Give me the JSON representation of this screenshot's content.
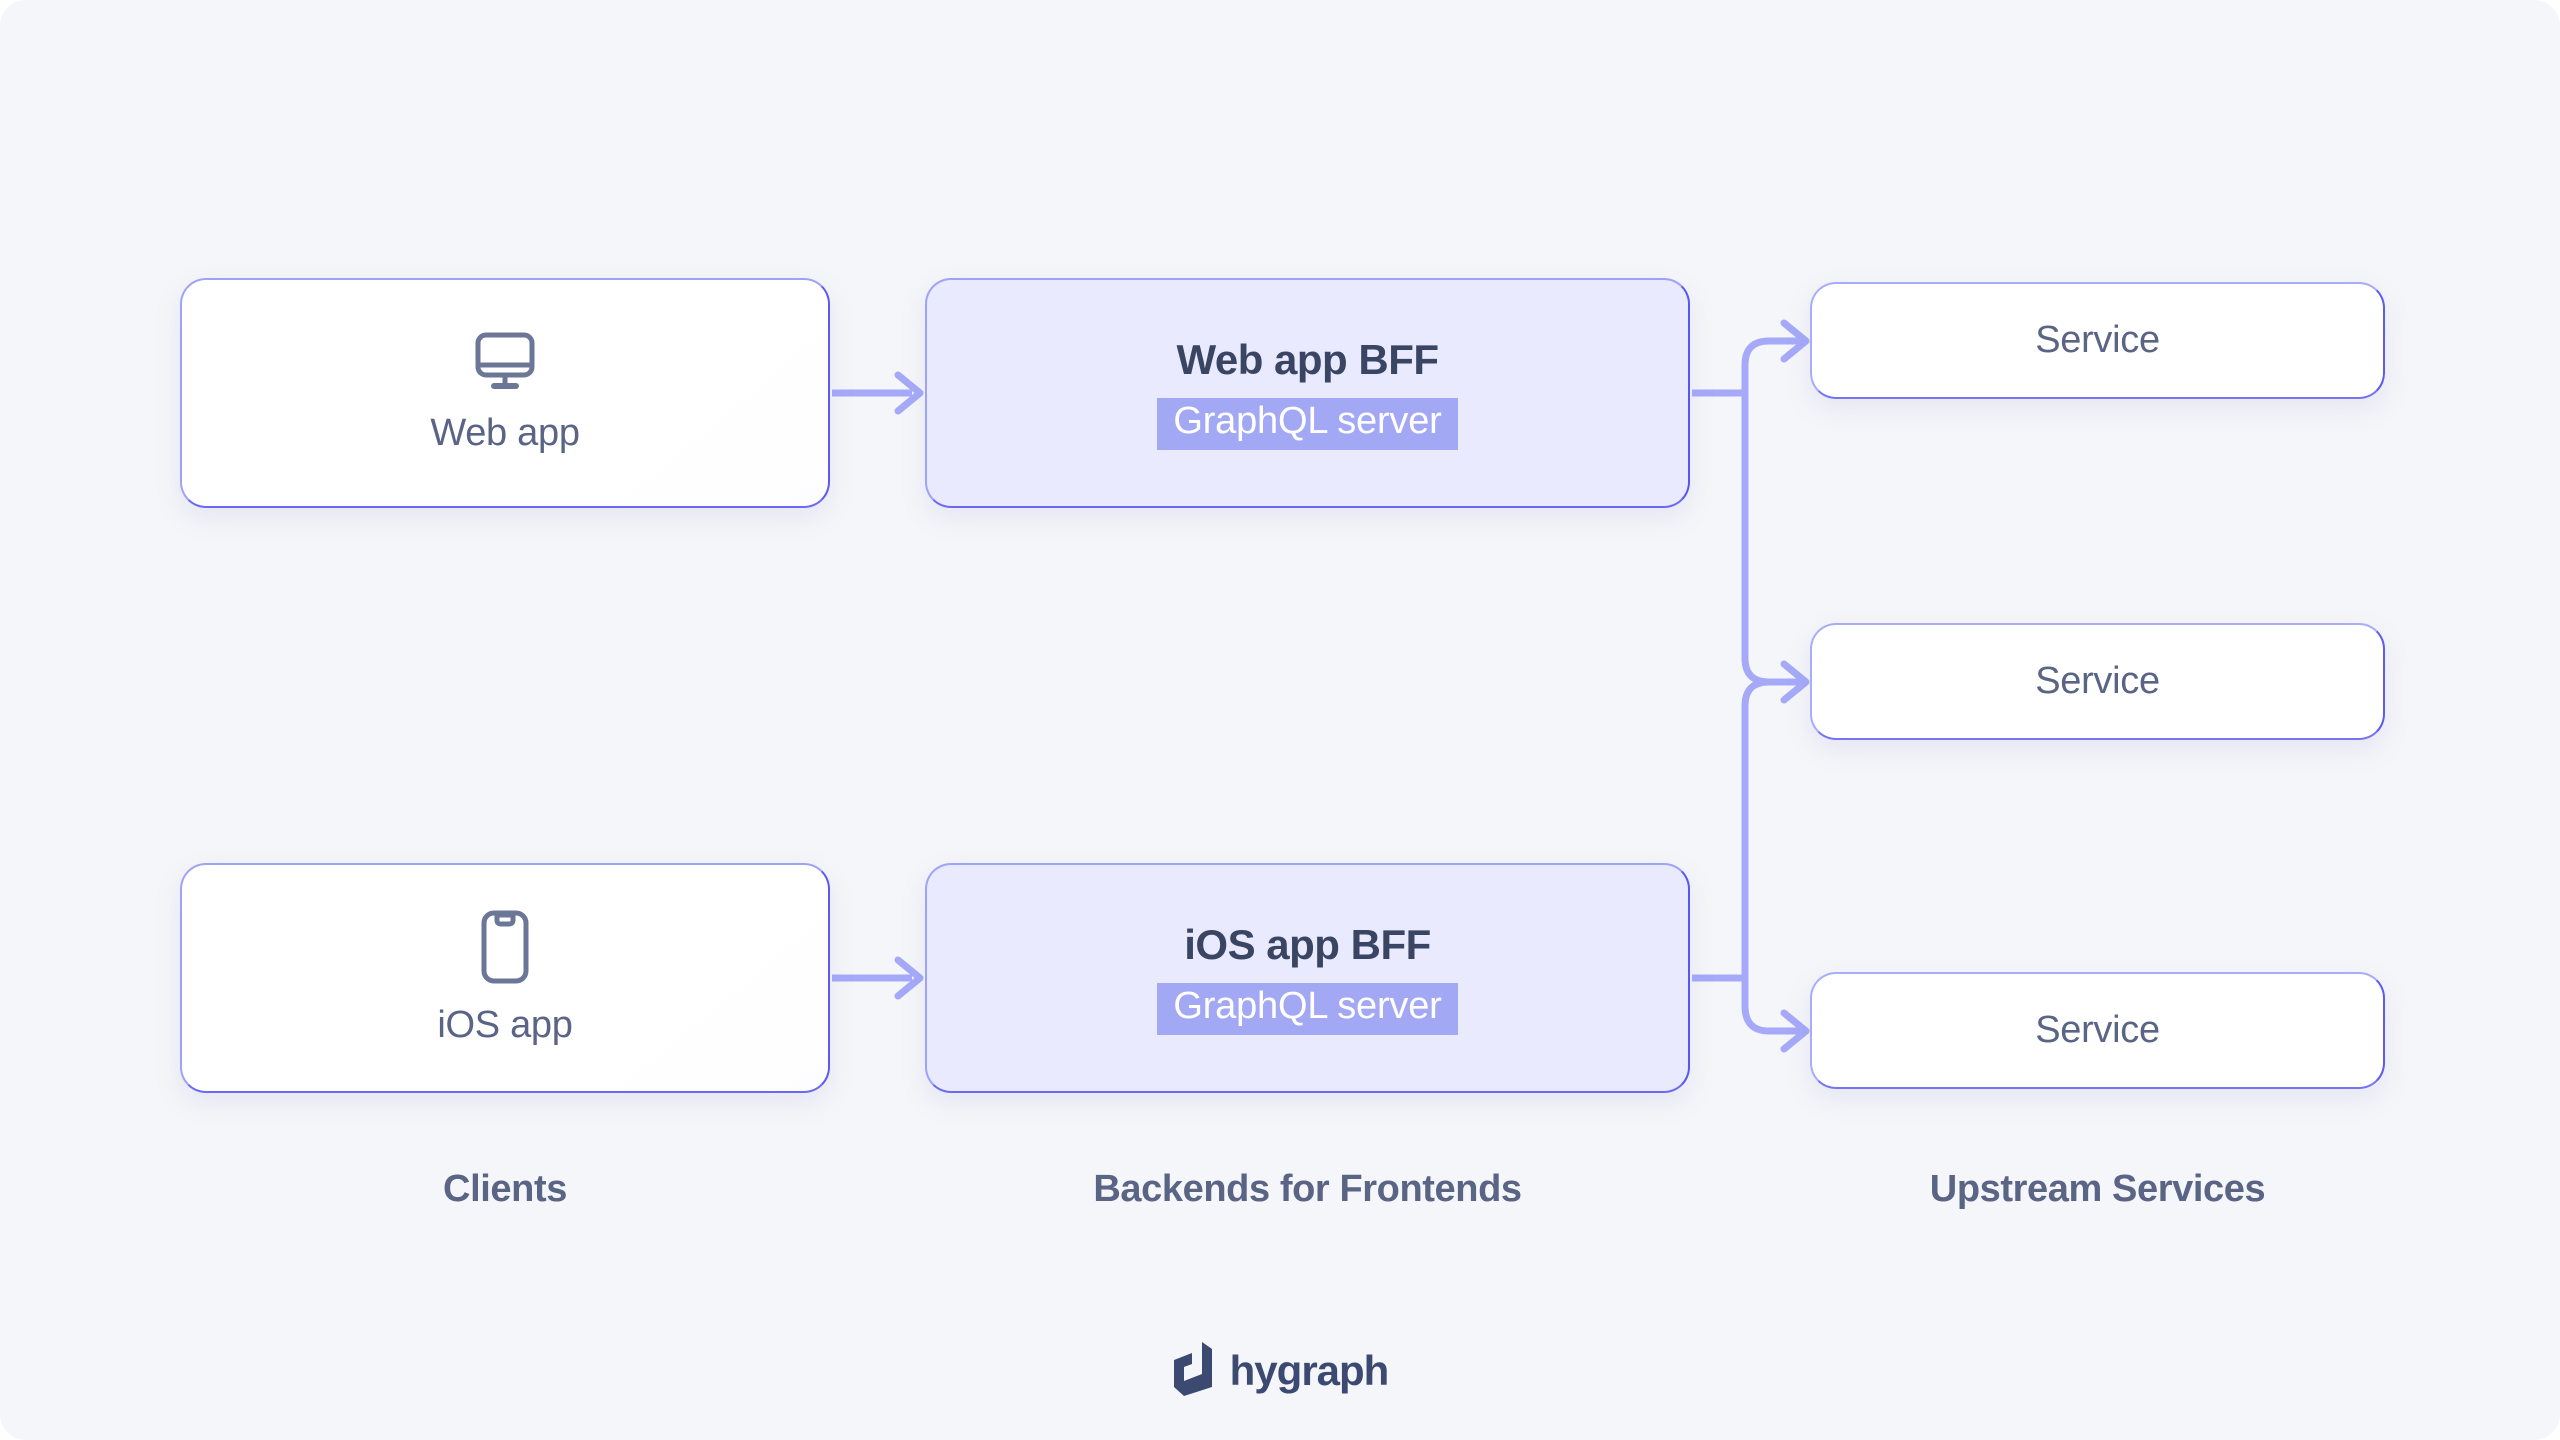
{
  "diagram": {
    "background_color": "#f5f6f9",
    "accent_color": "#9ea3f7",
    "accent_strong": "#5d5af2",
    "badge_color": "#a3a8f5",
    "text_color": "#5a6484",
    "title_color": "#3a4563",
    "columns": [
      {
        "id": "clients",
        "label": "Clients"
      },
      {
        "id": "bff",
        "label": "Backends for Frontends"
      },
      {
        "id": "upstream",
        "label": "Upstream Services"
      }
    ],
    "clients": [
      {
        "id": "web-app",
        "label": "Web app",
        "icon": "monitor-icon"
      },
      {
        "id": "ios-app",
        "label": "iOS app",
        "icon": "mobile-phone-icon"
      }
    ],
    "bffs": [
      {
        "id": "web-app-bff",
        "title": "Web app BFF",
        "badge": "GraphQL server"
      },
      {
        "id": "ios-app-bff",
        "title": "iOS app BFF",
        "badge": "GraphQL server"
      }
    ],
    "services": [
      {
        "id": "service-1",
        "label": "Service"
      },
      {
        "id": "service-2",
        "label": "Service"
      },
      {
        "id": "service-3",
        "label": "Service"
      }
    ]
  },
  "brand": {
    "name": "hygraph",
    "logo": "hygraph-logo-icon",
    "color": "#3c4a72"
  }
}
